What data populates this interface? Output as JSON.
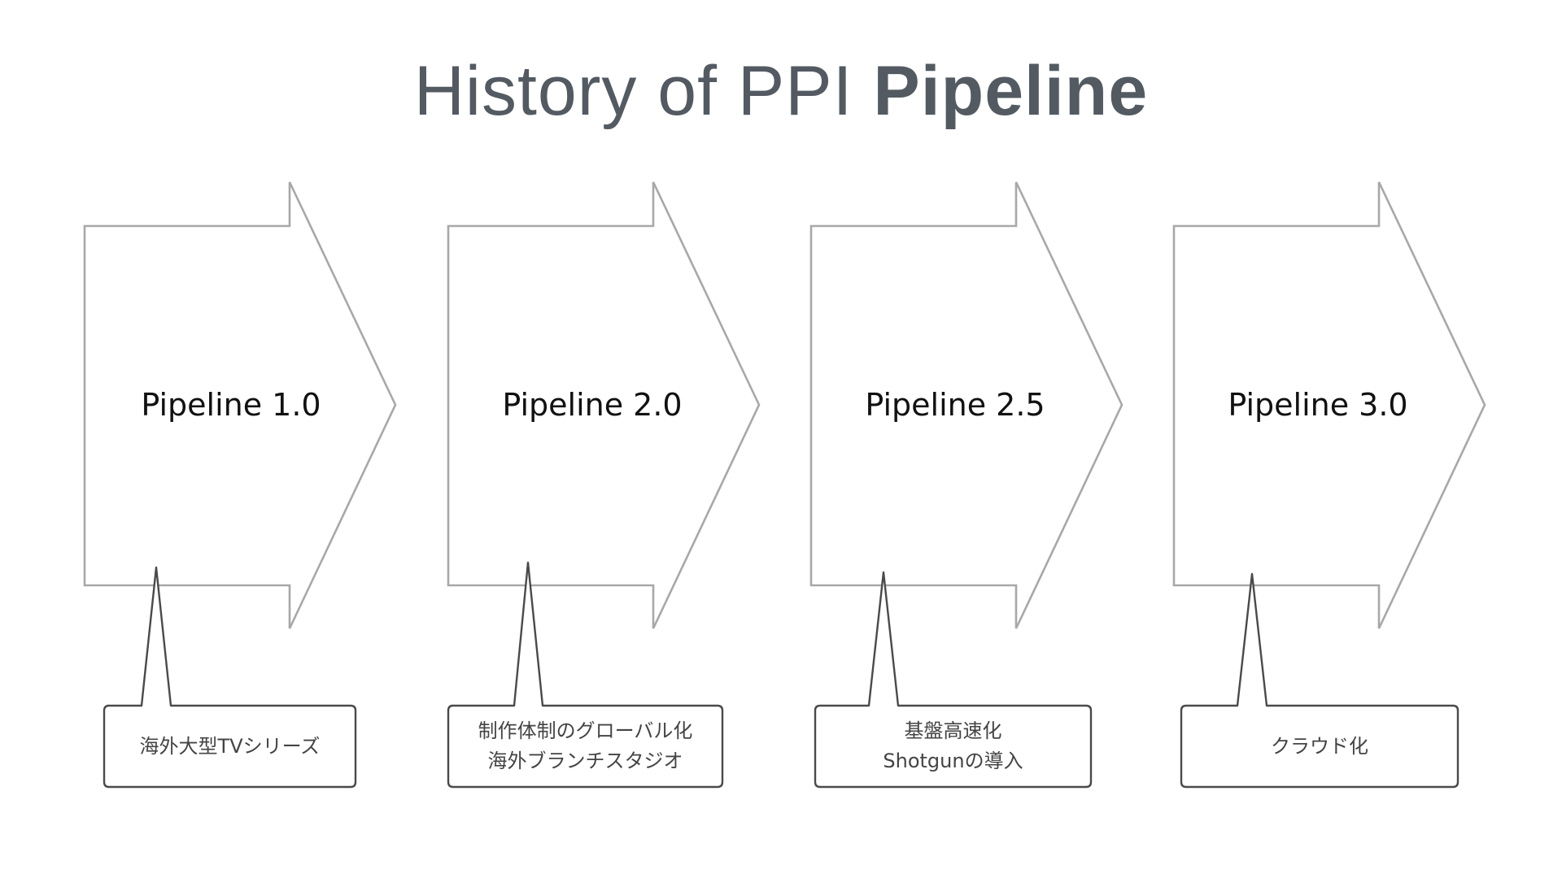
{
  "title": {
    "light": "History of PPI ",
    "bold": "Pipeline"
  },
  "stages": [
    {
      "label": "Pipeline 1.0",
      "lines": [
        "海外大型TVシリーズ"
      ]
    },
    {
      "label": "Pipeline 2.0",
      "lines": [
        "制作体制のグローバル化",
        "海外ブランチスタジオ"
      ]
    },
    {
      "label": "Pipeline 2.5",
      "lines": [
        "基盤高速化",
        "Shotgunの導入"
      ]
    },
    {
      "label": "Pipeline 3.0",
      "lines": [
        "クラウド化"
      ]
    }
  ],
  "colors": {
    "arrow_stroke": "#a8a8a8",
    "callout_stroke": "#4a4a4a",
    "title": "#535a62"
  }
}
